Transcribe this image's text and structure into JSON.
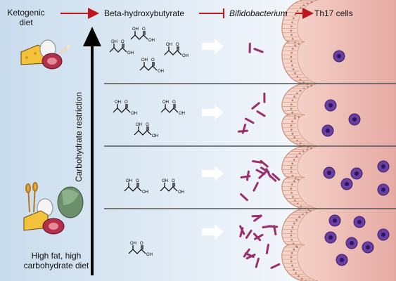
{
  "labels": {
    "ketogenic_diet": "Ketogenic\ndiet",
    "beta_hydroxybutyrate": "Beta-hydroxybutyrate",
    "bifidobacterium": "Bifidobacterium",
    "th17_cells": "Th17 cells",
    "carbohydrate_restriction": "Carbohydrate restriction",
    "high_fat_high_carb_diet": "High fat, high\ncarbohydrate diet"
  },
  "molecule_labels": {
    "oh": "OH",
    "o": "O"
  },
  "panels": [
    {
      "bhb_molecules": 4,
      "th17_cells": 1
    },
    {
      "bhb_molecules": 3,
      "th17_cells": 3
    },
    {
      "bhb_molecules": 2,
      "th17_cells": 5
    },
    {
      "bhb_molecules": 1,
      "th17_cells": 7
    }
  ],
  "colors": {
    "arrow_red": "#c0141c",
    "cell_purple": "#6b3fa0",
    "cell_nucleus": "#2b1660",
    "bacteria": "#9b2f6b",
    "epithelium": "#f2cbb0",
    "tissue": "#e9b5ad",
    "background": "#c9dced"
  }
}
